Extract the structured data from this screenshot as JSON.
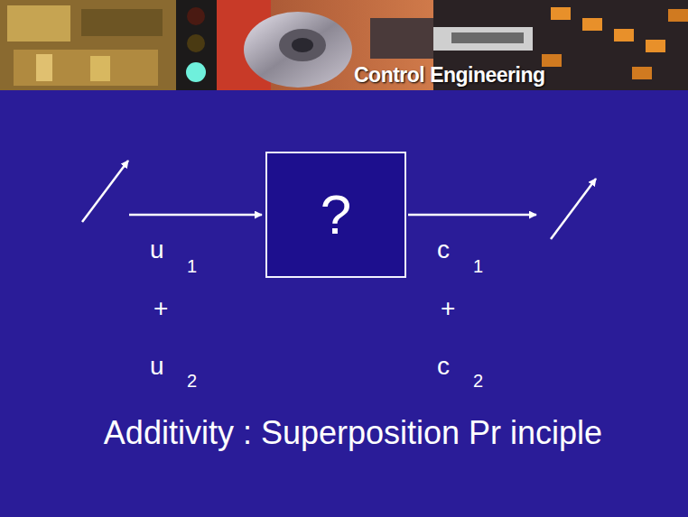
{
  "diagram": {
    "title": "Control Engineering",
    "caption": "Additivity : Superposition Pr inciple",
    "nodes": [
      {
        "text": [
          "?"
        ]
      }
    ],
    "labels": [
      "u",
      "1",
      "+",
      "u",
      "2",
      "c",
      "1",
      "+",
      "c",
      "2"
    ]
  }
}
